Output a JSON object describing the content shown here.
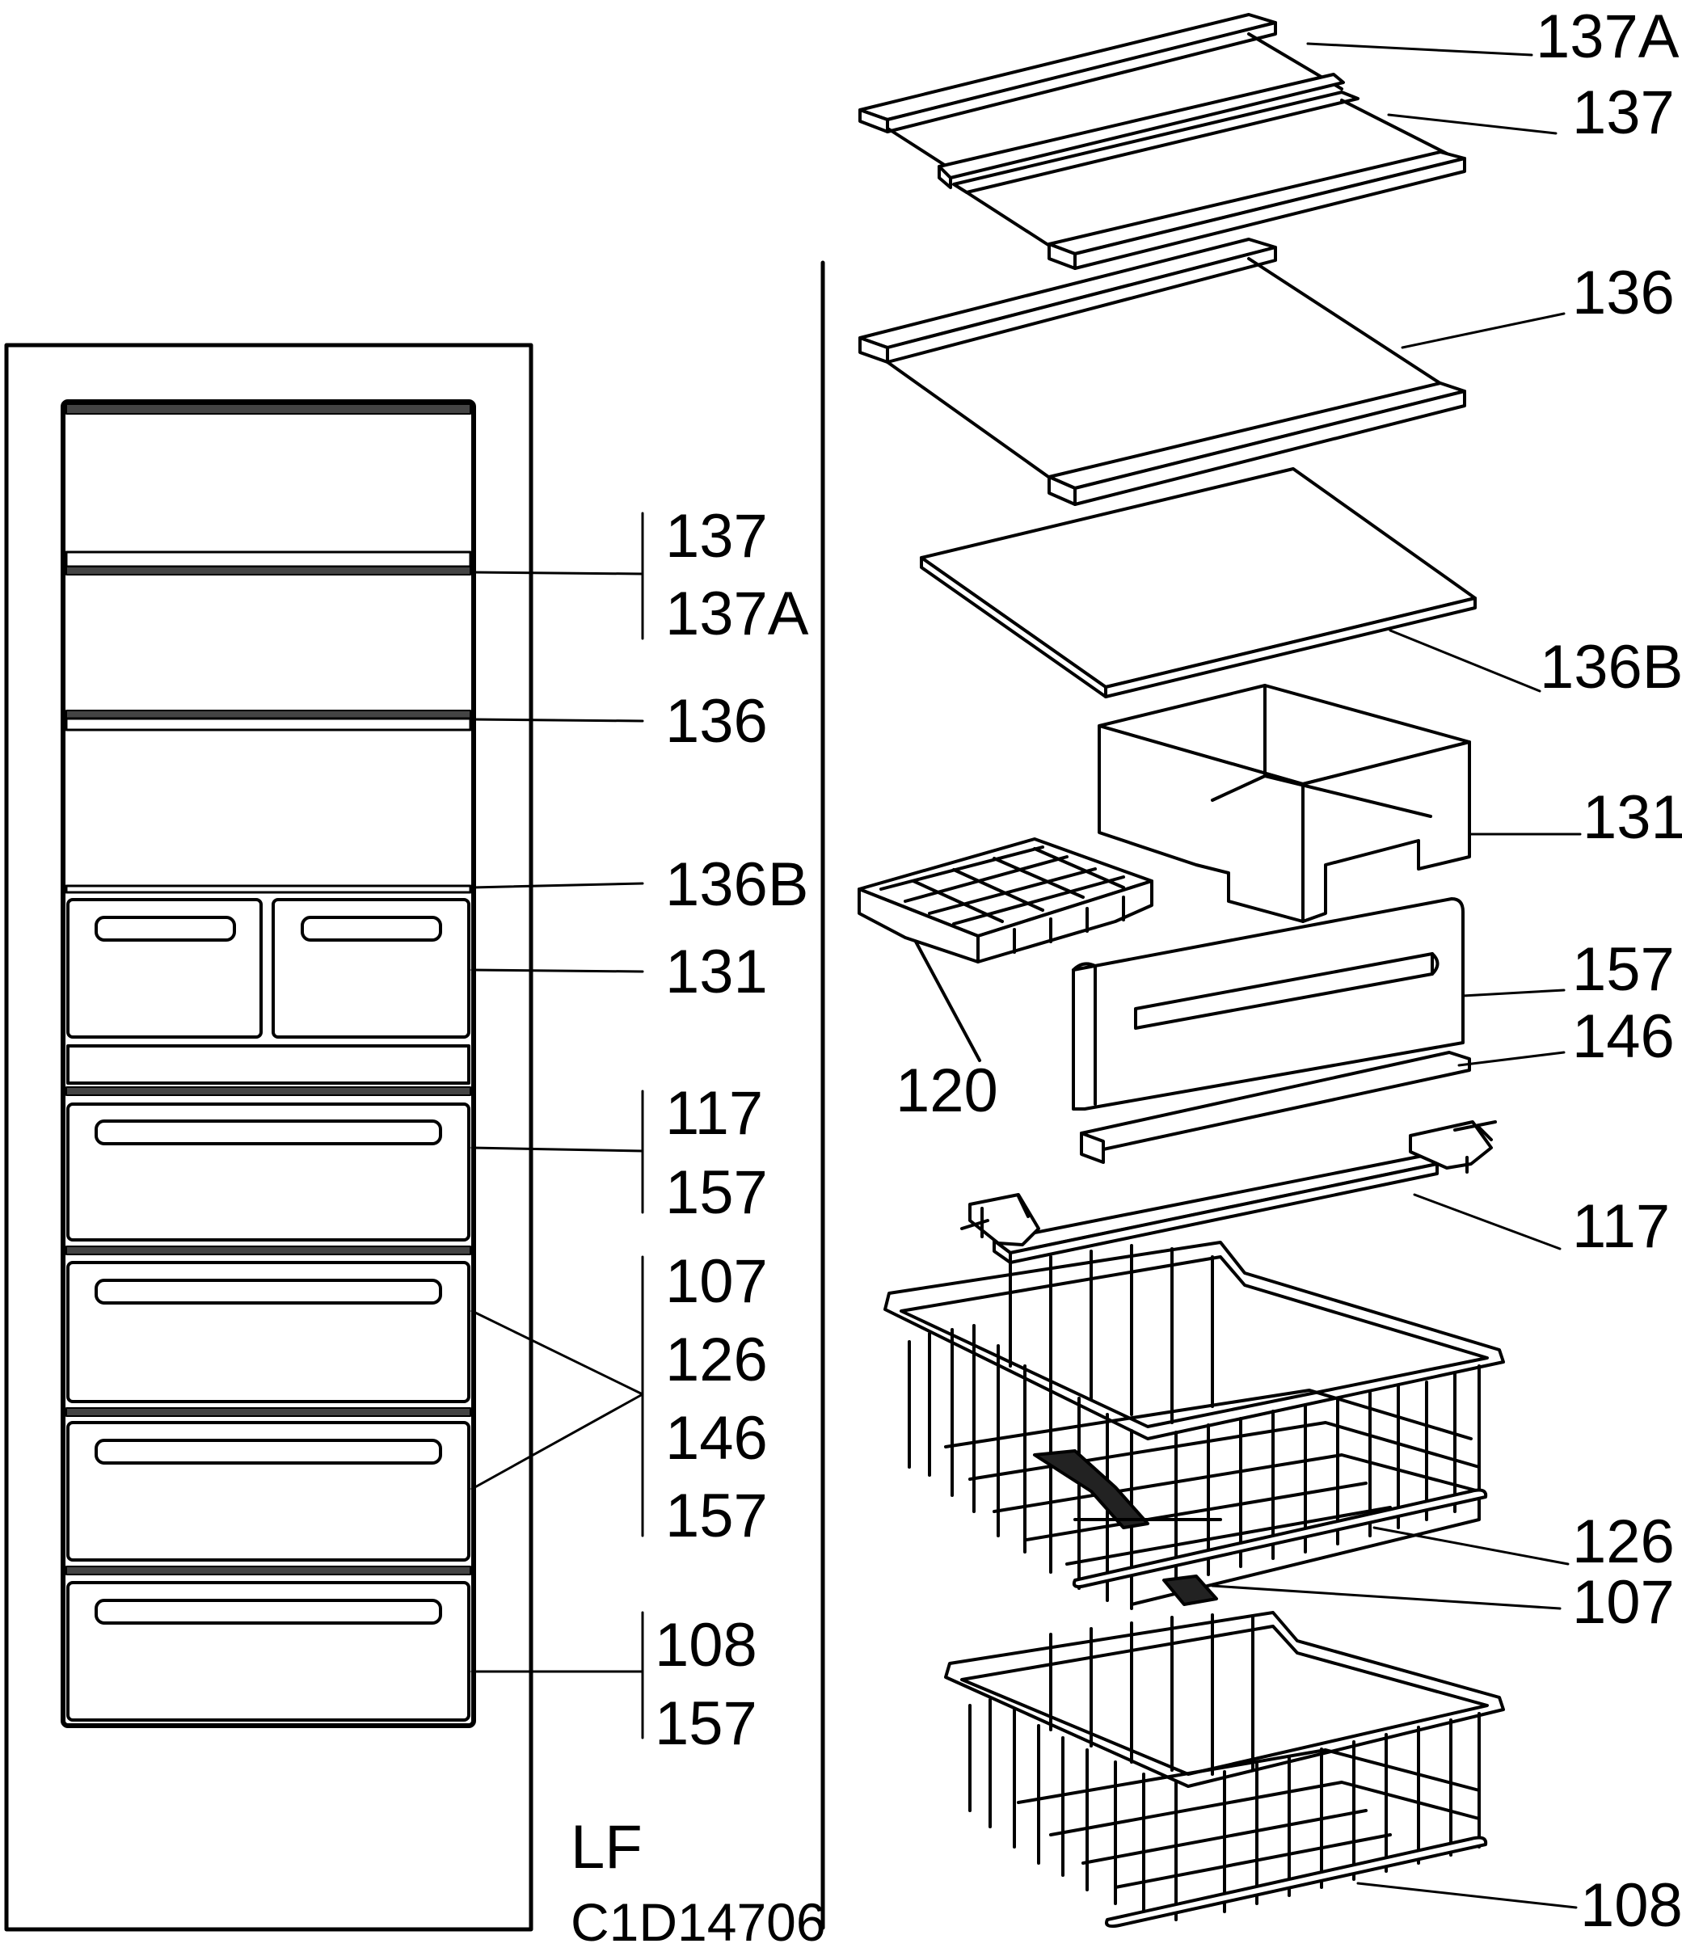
{
  "diagram_code": "LF",
  "drawing_number": "C1D14706",
  "left_callouts": {
    "g1": [
      "137",
      "137A"
    ],
    "g2": [
      "136"
    ],
    "g3": [
      "136B"
    ],
    "g4": [
      "131"
    ],
    "g5": [
      "117",
      "157"
    ],
    "g6": [
      "107",
      "126",
      "146",
      "157"
    ],
    "g7": [
      "108",
      "157"
    ]
  },
  "right_callouts": {
    "p137A": "137A",
    "p137": "137",
    "p136": "136",
    "p136B": "136B",
    "p131": "131",
    "p157": "157",
    "p146": "146",
    "p120": "120",
    "p117": "117",
    "p126": "126",
    "p107": "107",
    "p108": "108"
  }
}
